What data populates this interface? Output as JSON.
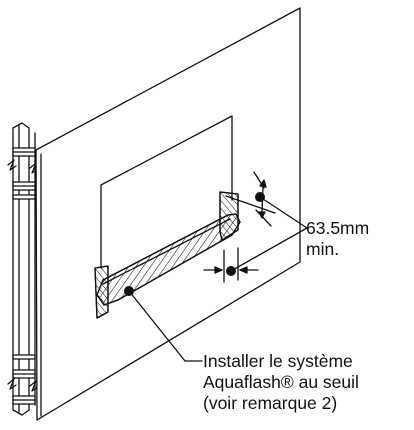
{
  "dimension_callout": {
    "line1": "63.5mm",
    "line2": "min."
  },
  "note_callout": {
    "line1": "Installer le système",
    "line2": "Aquaflash® au seuil",
    "line3": "(voir remarque 2)"
  },
  "colors": {
    "line": "#111111",
    "background": "#ffffff"
  }
}
